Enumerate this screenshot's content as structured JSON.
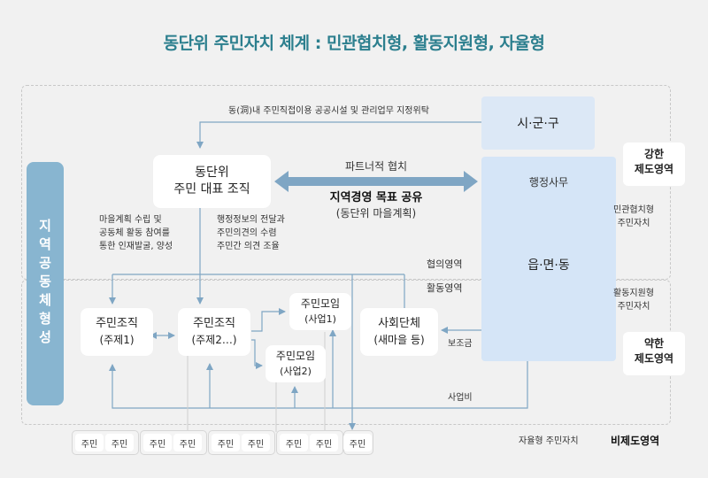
{
  "title": "동단위 주민자치 체계 : 민관협치형, 활동지원형, 자율형",
  "sidebar_label": "지역공동체형성",
  "gov": {
    "top": "시·군·구",
    "admin": "행정사무",
    "bottom": "읍·면·동"
  },
  "top_arrow_label": "동(洞)내 주민직접이용 공공시설 및 관리업무 지정위탁",
  "rep_org": {
    "line1": "동단위",
    "line2": "주민 대표 조직"
  },
  "partnership": {
    "top": "파트너적 협치",
    "main": "지역경영 목표 공유",
    "sub": "(동단위 마을계획)"
  },
  "left_note": [
    "마을계획 수립 및",
    "공동체 활동 참여를",
    "통한 인재발굴, 양성"
  ],
  "mid_note": [
    "행정정보의 전달과",
    "주민의견의 수렴",
    "주민간 의견 조율"
  ],
  "zones": {
    "consult": "협의영역",
    "activity": "활동영역"
  },
  "right_labels": {
    "strong": [
      "강한",
      "제도영역"
    ],
    "gov_type": [
      "민관협치형",
      "주민자치"
    ],
    "support_type": [
      "활동지원형",
      "주민자치"
    ],
    "weak": [
      "약한",
      "제도영역"
    ],
    "auto_type": "자율형 주민자치",
    "non_inst": "비제도영역"
  },
  "boxes": {
    "org1": {
      "line1": "주민조직",
      "line2": "(주제1)"
    },
    "org2": {
      "line1": "주민조직",
      "line2": "(주제2…)"
    },
    "meet1": {
      "line1": "주민모임",
      "line2": "(사업1)"
    },
    "meet2": {
      "line1": "주민모임",
      "line2": "(사업2)"
    },
    "social": {
      "line1": "사회단체",
      "line2": "(새마을 등)"
    }
  },
  "subsidy": "보조금",
  "project_cost": "사업비",
  "resident": "주민",
  "colors": {
    "title": "#2c7f8e",
    "sidebar": "#88b5d0",
    "arrow": "#7fa6c4",
    "gov": "#d5e5f7"
  }
}
